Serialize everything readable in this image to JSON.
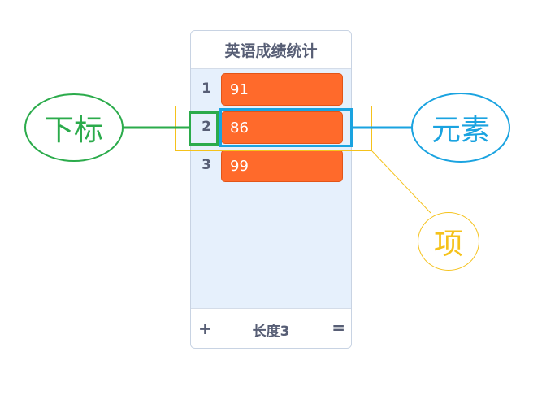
{
  "list": {
    "title": "英语成绩统计",
    "items": [
      {
        "index": "1",
        "value": "91"
      },
      {
        "index": "2",
        "value": "86"
      },
      {
        "index": "3",
        "value": "99"
      }
    ],
    "footer": {
      "add": "+",
      "length_label": "长度3",
      "resize": "="
    }
  },
  "annotations": {
    "index_label": "下标",
    "element_label": "元素",
    "item_label": "项"
  },
  "colors": {
    "index_annotation": "#2bab4b",
    "element_annotation": "#1aa3e0",
    "item_annotation": "#f5c21b",
    "item_value_bg": "#ff6a2b"
  }
}
